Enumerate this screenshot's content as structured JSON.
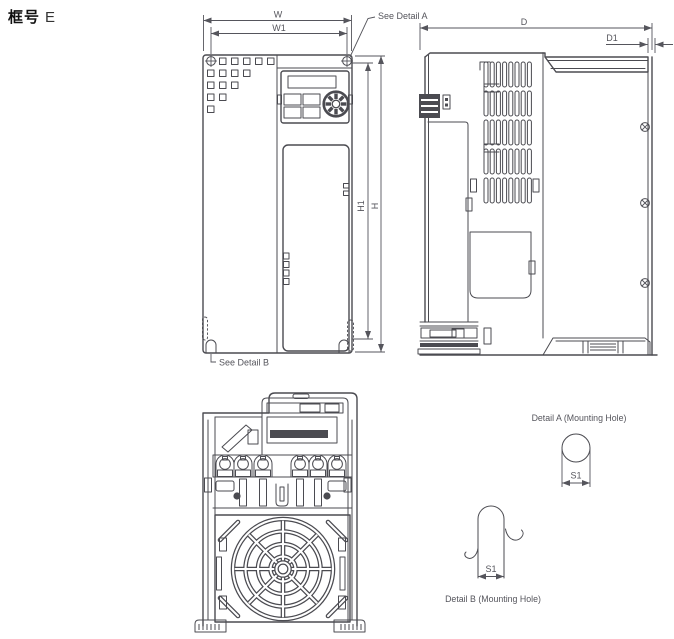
{
  "header": {
    "frame_label_cjk": "框号",
    "frame_label_code": "E"
  },
  "front_view": {
    "dim_w": "W",
    "dim_w1": "W1",
    "dim_h": "H",
    "dim_h1": "H1",
    "see_detail_a": "See Detail A",
    "see_detail_b": "See Detail B"
  },
  "side_view": {
    "dim_d": "D",
    "dim_d1": "D1"
  },
  "details": {
    "detail_a_title": "Detail A (Mounting Hole)",
    "detail_b_title": "Detail B (Mounting Hole)",
    "dim_s1": "S1"
  },
  "colors": {
    "line": "#4b4b51",
    "label_text": "#55555c",
    "title_text": "#111111",
    "background": "#ffffff"
  }
}
